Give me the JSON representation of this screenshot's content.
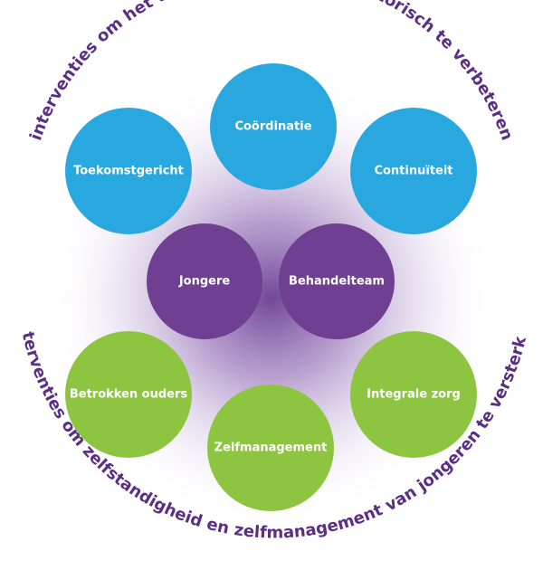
{
  "arc_texts": {
    "top": "interventies om het transitieproces organisatorisch te verbeteren",
    "bottom": "interventies om zelfstandigheid en zelfmanagement van jongeren te versterken"
  },
  "nodes": {
    "coordinatie": "Coördinatie",
    "toekomstgericht": "Toekomstgericht",
    "continuiteit": "Continuïteit",
    "jongere": "Jongere",
    "behandelteam": "Behandelteam",
    "betrokken_ouders": "Betrokken ouders",
    "integrale_zorg": "Integrale zorg",
    "zelfmanagement": "Zelfmanagement"
  },
  "colors": {
    "blue": "#29a8e0",
    "purple": "#6f3f92",
    "green": "#8dc540",
    "arc_text": "#5b2e86",
    "glow": "#8a62b0"
  }
}
